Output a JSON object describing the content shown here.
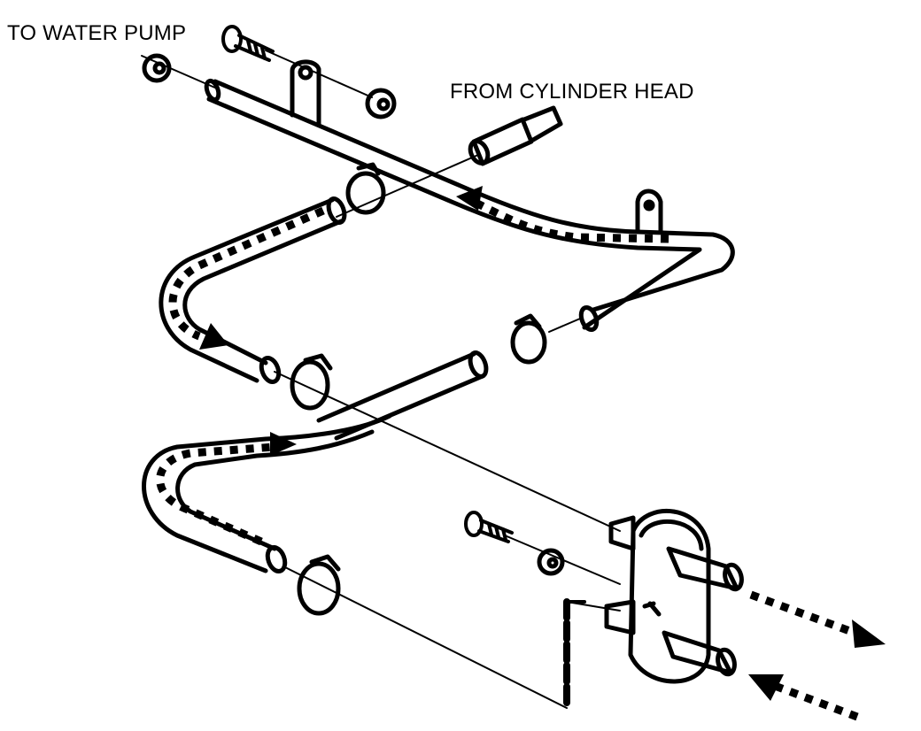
{
  "diagram": {
    "title": "Heater hose routing – coolant flow",
    "labels": {
      "to_water_pump": "TO WATER PUMP",
      "from_cylinder_head": "FROM CYLINDER HEAD"
    },
    "colors": {
      "line": "#000000",
      "background": "#ffffff"
    },
    "parts": [
      "upper-metal-pipe",
      "pipe-bracket",
      "bolt",
      "nut",
      "cylinder-head-fitting",
      "upper-left-hose",
      "middle-hose",
      "lower-left-hose",
      "right-upper-hose",
      "hose-clamp",
      "heater-core-flange",
      "screw",
      "washer"
    ],
    "flow_arrows": [
      {
        "id": "upper-pipe-flow",
        "direction": "toward water pump"
      },
      {
        "id": "upper-hose-flow",
        "direction": "down-right"
      },
      {
        "id": "lower-hose-flow",
        "direction": "right"
      },
      {
        "id": "heater-outlet-flow",
        "direction": "out"
      },
      {
        "id": "heater-inlet-flow",
        "direction": "in"
      }
    ]
  }
}
